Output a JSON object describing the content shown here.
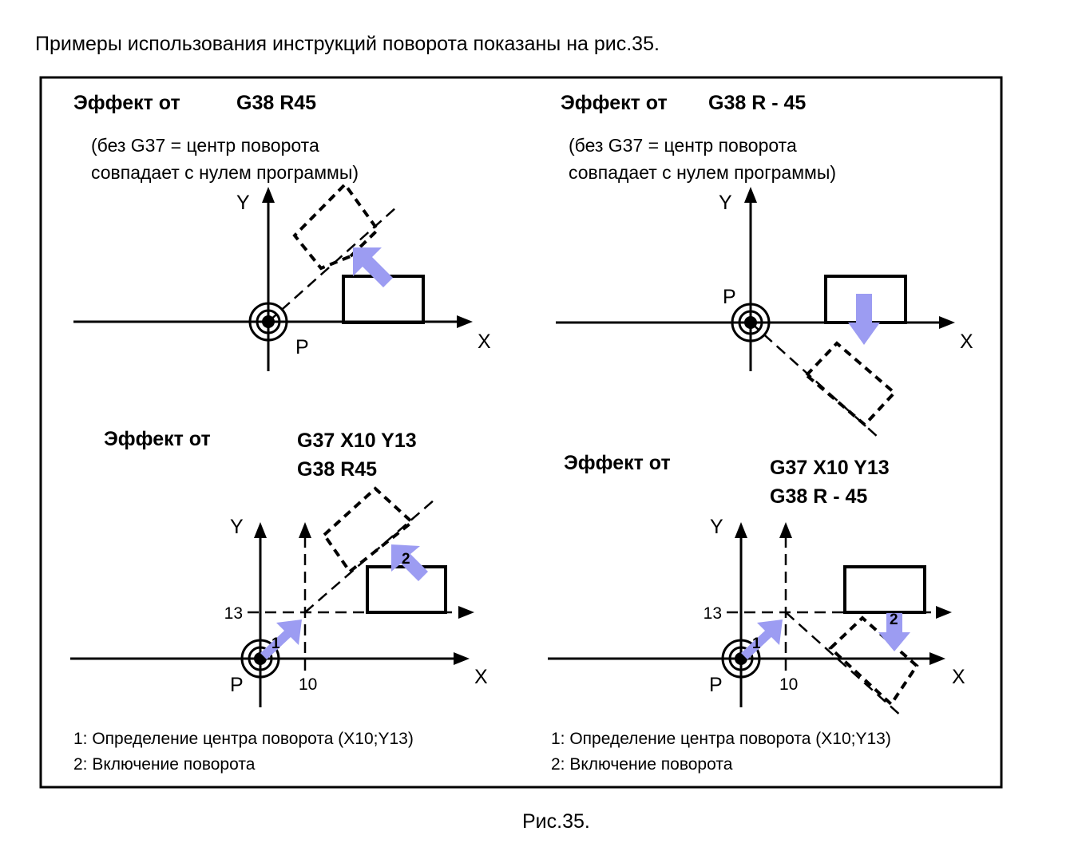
{
  "intro": "Примеры использования инструкций поворота показаны на рис.35.",
  "caption": "Рис.35.",
  "panels": {
    "tl": {
      "title_prefix": "Эффект от",
      "title_cmd": "G38 R45",
      "note_line1": "(без G37   = центр поворота",
      "note_line2": "совпадает с нулем программы)",
      "label_y": "Y",
      "label_x": "X",
      "label_p": "P"
    },
    "tr": {
      "title_prefix": "Эффект от",
      "title_cmd": "G38 R - 45",
      "note_line1": "(без G37   = центр поворота",
      "note_line2": "совпадает с нулем программы)",
      "label_y": "Y",
      "label_x": "X",
      "label_p": "P"
    },
    "bl": {
      "title_prefix": "Эффект от",
      "cmd_line1": "G37 X10 Y13",
      "cmd_line2": "G38 R45",
      "label_y": "Y",
      "label_x": "X",
      "label_p": "P",
      "tick_y": "13",
      "tick_x": "10",
      "step1": "1",
      "step2": "2",
      "legend1": "1: Определение центра поворота (X10;Y13)",
      "legend2": "2: Включение поворота"
    },
    "br": {
      "title_prefix": "Эффект от",
      "cmd_line1": "G37 X10 Y13",
      "cmd_line2": "G38 R - 45",
      "label_y": "Y",
      "label_x": "X",
      "label_p": "P",
      "tick_y": "13",
      "tick_x": "10",
      "step1": "1",
      "step2": "2",
      "legend1": "1: Определение центра поворота (X10;Y13)",
      "legend2": "2: Включение поворота"
    }
  },
  "colors": {
    "arrow_fill": "#9c9cf2",
    "line": "#000000",
    "background": "#ffffff"
  }
}
